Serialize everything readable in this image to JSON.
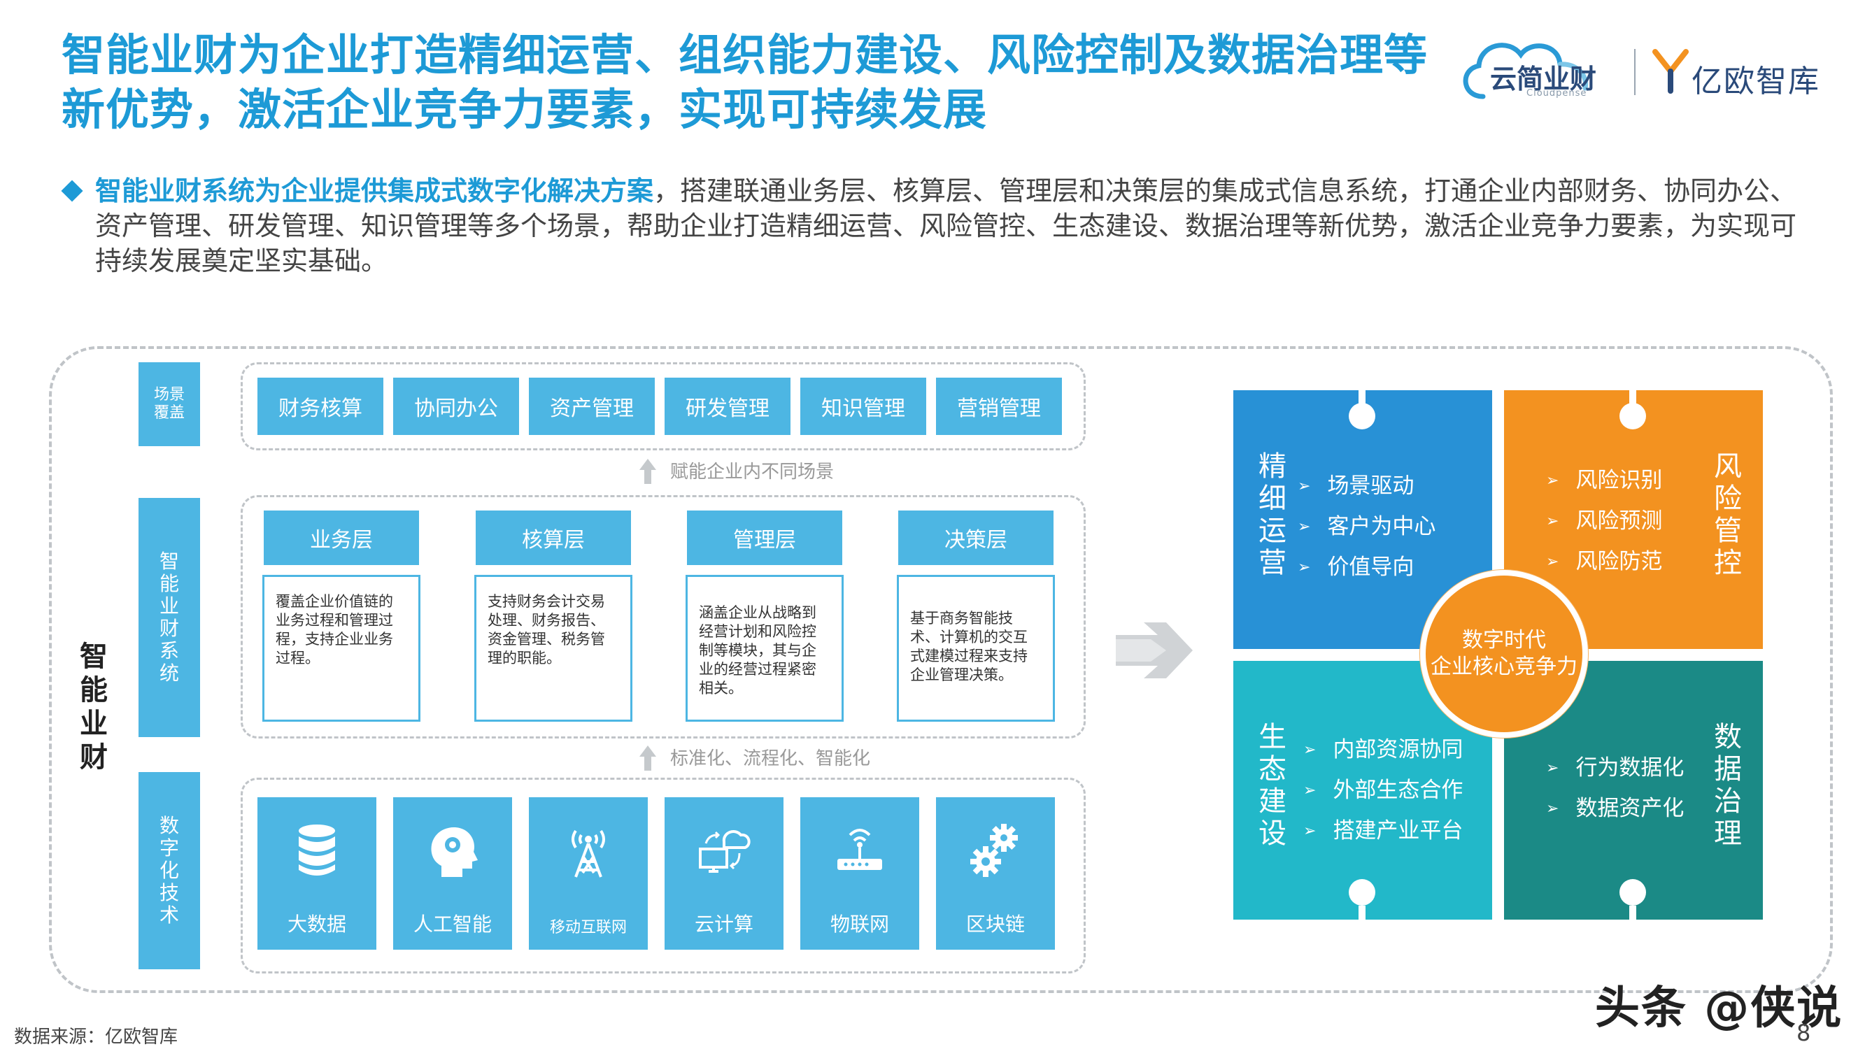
{
  "title": "智能业财为企业打造精细运营、组织能力建设、风险控制及数据治理等新优势，激活企业竞争力要素，实现可持续发展",
  "logos": {
    "cloudpense_cn": "云简业财",
    "cloudpense_en": "Cloudpense",
    "yiou": "亿欧智库"
  },
  "intro": {
    "highlight": "智能业财系统为企业提供集成式数字化解决方案",
    "text": "，搭建联通业务层、核算层、管理层和决策层的集成式信息系统，打通企业内部财务、协同办公、资产管理、研发管理、知识管理等多个场景，帮助企业打造精细运营、风险管控、生态建设、数据治理等新优势，激活企业竞争力要素，为实现可持续发展奠定坚实基础。"
  },
  "diagram": {
    "side_label": "智能业财",
    "row_labels": {
      "scene": "场景覆盖",
      "system": "智能业财系统",
      "tech": "数字化技术"
    },
    "scenes": [
      "财务核算",
      "协同办公",
      "资产管理",
      "研发管理",
      "知识管理",
      "营销管理"
    ],
    "arrow_top_text": "赋能企业内不同场景",
    "layers": [
      {
        "name": "业务层",
        "desc": "覆盖企业价值链的业务过程和管理过程，支持企业业务过程。"
      },
      {
        "name": "核算层",
        "desc": "支持财务会计交易处理、财务报告、资金管理、税务管理的职能。"
      },
      {
        "name": "管理层",
        "desc": "涵盖企业从战略到经营计划和风险控制等模块，其与企业的经营过程紧密相关。"
      },
      {
        "name": "决策层",
        "desc": "基于商务智能技术、计算机的交互式建模过程来支持企业管理决策。"
      }
    ],
    "arrow_bottom_text": "标准化、流程化、智能化",
    "techs": [
      {
        "label": "大数据",
        "icon": "database-icon"
      },
      {
        "label": "人工智能",
        "icon": "ai-head-icon"
      },
      {
        "label": "移动互联网",
        "icon": "signal-tower-icon"
      },
      {
        "label": "云计算",
        "icon": "cloud-computing-icon"
      },
      {
        "label": "物联网",
        "icon": "router-icon"
      },
      {
        "label": "区块链",
        "icon": "gears-icon"
      }
    ]
  },
  "advantages": {
    "center": [
      "数字时代",
      "企业核心竞争力"
    ],
    "quadrants": [
      {
        "title": "精细运营",
        "items": [
          "场景驱动",
          "客户为中心",
          "价值导向"
        ],
        "color": "#2891d6"
      },
      {
        "title": "风险管控",
        "items": [
          "风险识别",
          "风险预测",
          "风险防范"
        ],
        "color": "#f39220"
      },
      {
        "title": "生态建设",
        "items": [
          "内部资源协同",
          "外部生态合作",
          "搭建产业平台"
        ],
        "color": "#22b8c9"
      },
      {
        "title": "数据治理",
        "items": [
          "行为数据化",
          "数据资产化"
        ],
        "color": "#1b8a86"
      }
    ]
  },
  "footer": {
    "source": "数据来源：亿欧智库",
    "watermark": "头条 @侠说",
    "page": "8"
  }
}
